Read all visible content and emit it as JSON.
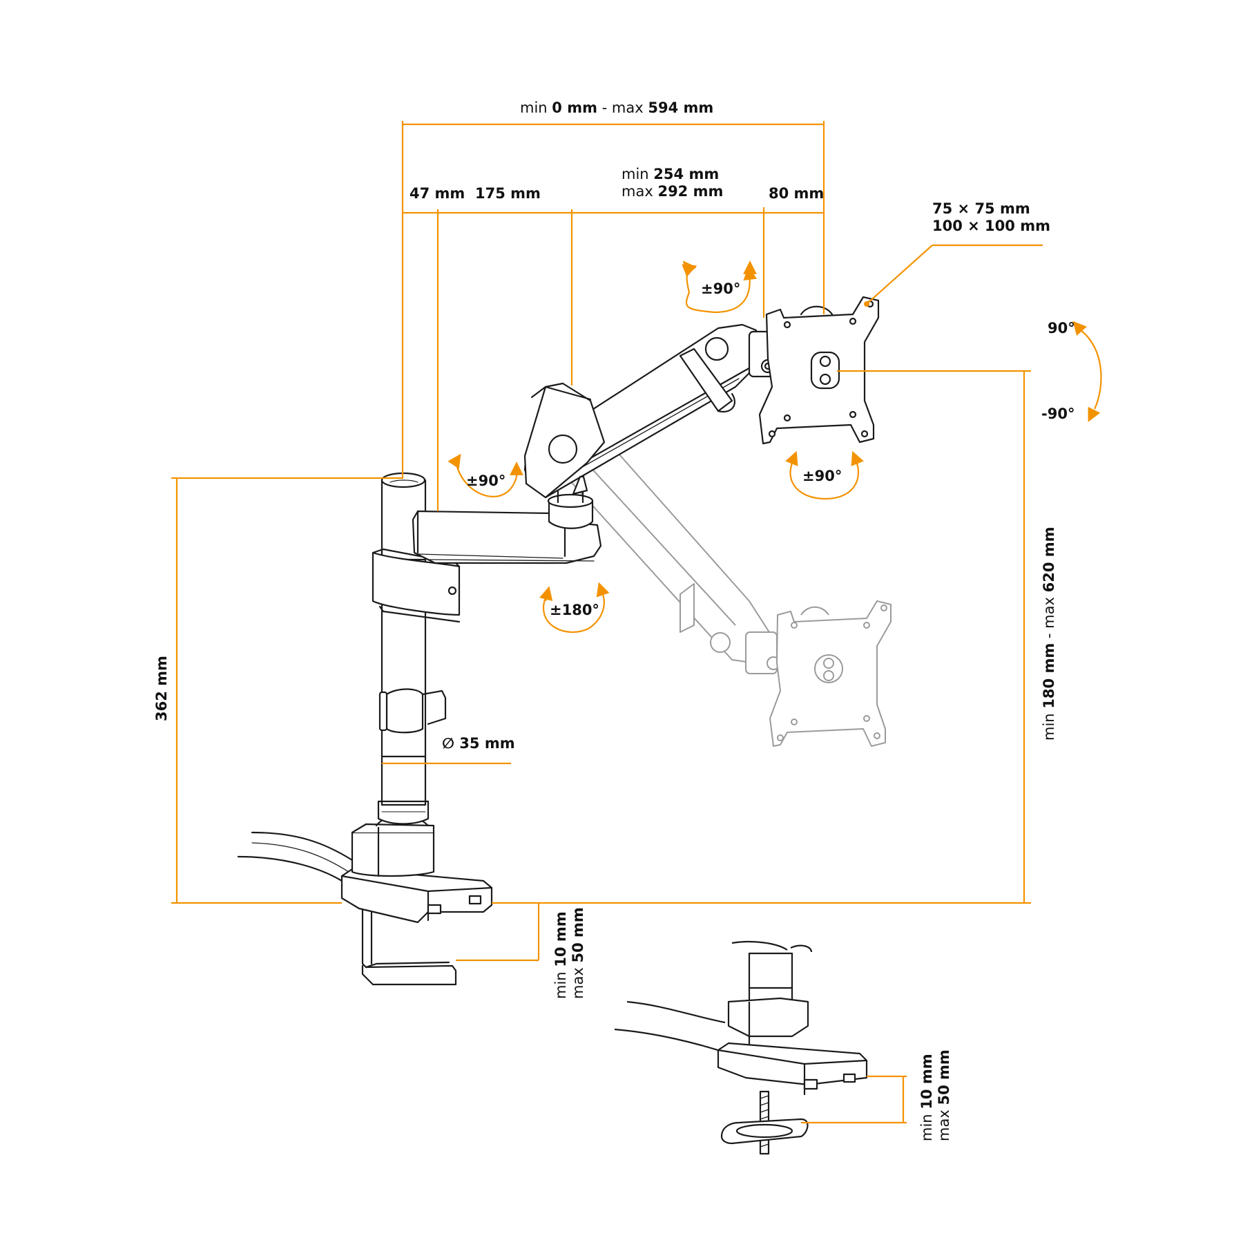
{
  "colors": {
    "accent": "#f39200",
    "line": "#1a1a1a",
    "ghost": "#9a9a9a"
  },
  "dimensions": {
    "total_reach": {
      "min_word": "min",
      "min_value": "0 mm",
      "sep": " - ",
      "max_word": "max",
      "max_value": "594 mm"
    },
    "seg_47": "47 mm",
    "seg_175": "175 mm",
    "arm_length": {
      "min_word": "min",
      "min_value": "254 mm",
      "max_word": "max",
      "max_value": "292 mm"
    },
    "seg_80": "80 mm",
    "vesa": {
      "line1": "75 × 75 mm",
      "line2": "100 × 100 mm"
    },
    "pole_height": "362 mm",
    "pole_diameter": "∅ 35 mm",
    "height_range": {
      "min_word": "min",
      "min_value": "180 mm",
      "sep": " - ",
      "max_word": "max",
      "max_value": "620 mm"
    },
    "clamp_range": {
      "min_word": "min",
      "min_value": "10 mm",
      "max_word": "max",
      "max_value": "50 mm"
    },
    "grommet_range": {
      "min_word": "min",
      "min_value": "10 mm",
      "max_word": "max",
      "max_value": "50 mm"
    }
  },
  "angles": {
    "swivel_head": "±90°",
    "swivel_arm": "±90°",
    "swivel_base": "±180°",
    "rotate_plate": "±90°",
    "tilt_up": "90°",
    "tilt_down": "-90°"
  }
}
